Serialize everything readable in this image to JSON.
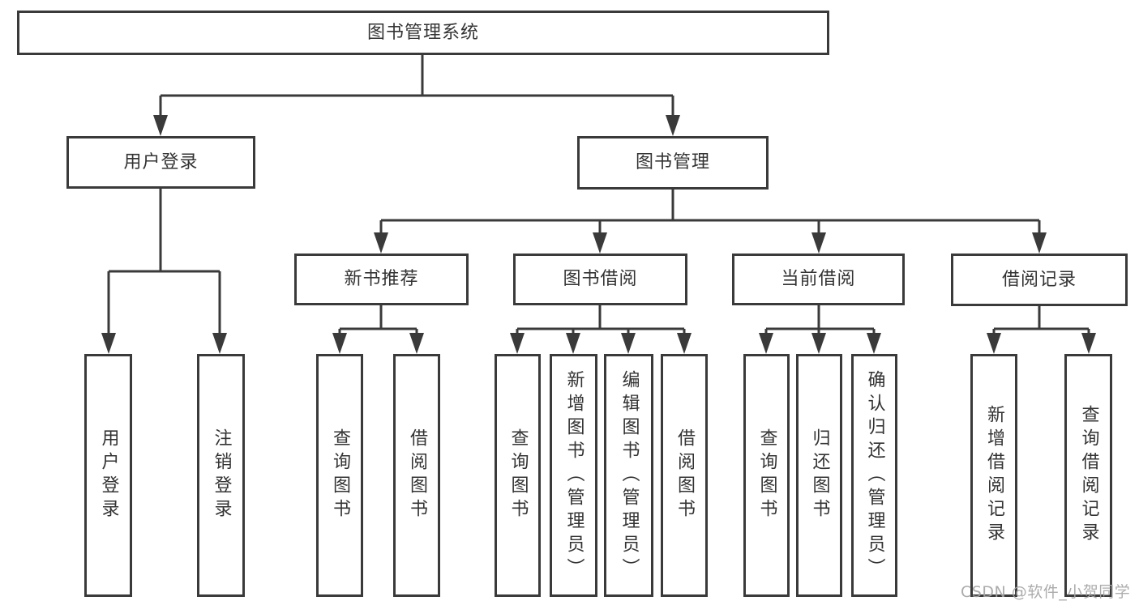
{
  "diagram": {
    "root": "图书管理系统",
    "level2": [
      "用户登录",
      "图书管理"
    ],
    "level3": [
      "新书推荐",
      "图书借阅",
      "当前借阅",
      "借阅记录"
    ],
    "leaves": [
      "用户登录",
      "注销登录",
      "查询图书",
      "借阅图书",
      "查询图书",
      "新增图书（管理员）",
      "编辑图书（管理员）",
      "借阅图书",
      "查询图书",
      "归还图书",
      "确认归还（管理员）",
      "新增借阅记录",
      "查询借阅记录"
    ]
  },
  "watermark": {
    "text": "CSDN @软件_小贺同学"
  },
  "colors": {
    "line": "#3a3a3a",
    "text": "#333333",
    "watermark": "#a5a5a5",
    "background": "#ffffff"
  }
}
